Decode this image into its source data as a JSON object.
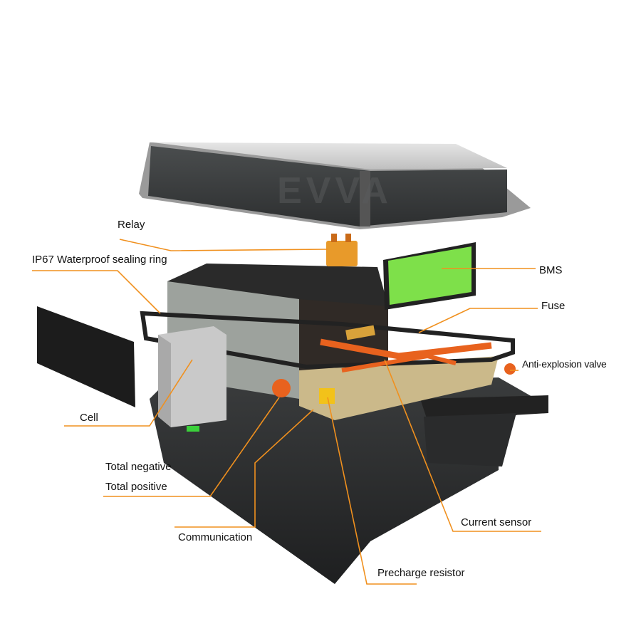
{
  "watermark": "EVVA",
  "colors": {
    "leader": "#f0901e",
    "lid": "#3c3f40",
    "bms": "#7ee04a",
    "orange_part": "#e8621e"
  },
  "labels": {
    "relay": "Relay",
    "sealing_ring": "IP67 Waterproof sealing ring",
    "bms": "BMS",
    "fuse": "Fuse",
    "anti_explosion_valve": "Anti-explosion valve",
    "cell": "Cell",
    "total_negative": "Total negative",
    "total_positive": "Total positive",
    "communication": "Communication",
    "current_sensor": "Current sensor",
    "precharge_resistor": "Precharge resistor"
  }
}
